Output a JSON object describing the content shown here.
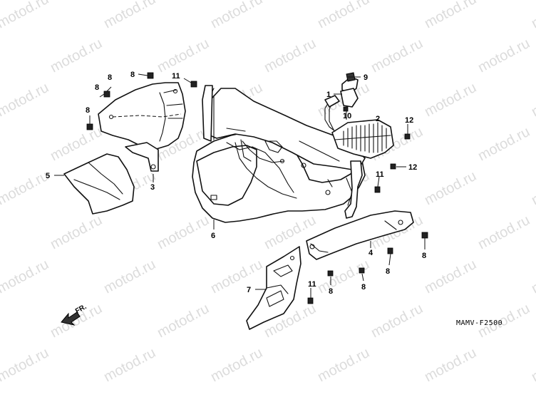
{
  "watermark": "motod.ru",
  "diagram_code": "MAMV-F2500",
  "direction_label": "FR.",
  "callouts": [
    "1",
    "2",
    "3",
    "4",
    "5",
    "6",
    "7",
    "8",
    "9",
    "10",
    "11",
    "12"
  ],
  "colors": {
    "line": "#111111",
    "watermark": "#dcdcdc",
    "background": "#ffffff"
  }
}
